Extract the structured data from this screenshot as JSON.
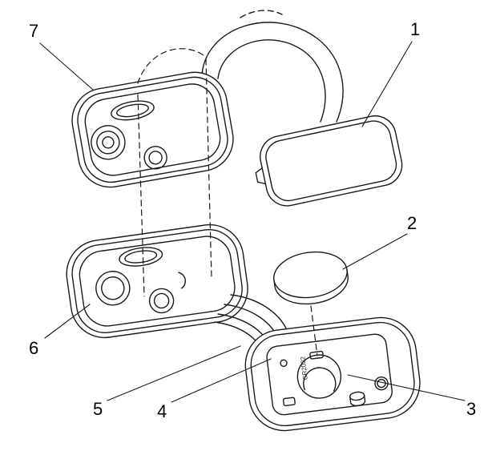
{
  "figure": {
    "callouts": {
      "c1": "1",
      "c2": "2",
      "c3": "3",
      "c4": "4",
      "c5": "5",
      "c6": "6",
      "c7": "7"
    },
    "battery_marking": "CR2032",
    "colors": {
      "ink": "#1a1a1a",
      "background": "#ffffff"
    }
  }
}
